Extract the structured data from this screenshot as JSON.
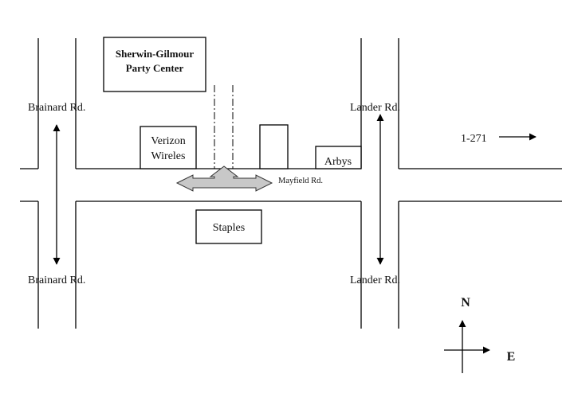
{
  "labels": {
    "brainard_top": "Brainard Rd.",
    "brainard_bottom": "Brainard Rd.",
    "lander_top": "Lander Rd.",
    "lander_bottom": "Lander Rd.",
    "mayfield": "Mayfield Rd.",
    "i271": "1-271"
  },
  "buildings": {
    "party_center_line1": "Sherwin-Gilmour",
    "party_center_line2": "Party Center",
    "verizon_line1": "Verizon",
    "verizon_line2": "Wireles",
    "arbys": "Arbys",
    "staples": "Staples"
  },
  "compass": {
    "north": "N",
    "east": "E"
  }
}
